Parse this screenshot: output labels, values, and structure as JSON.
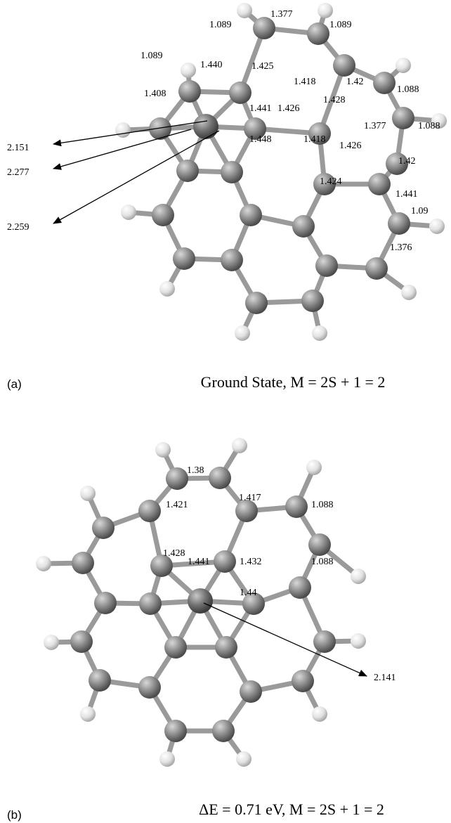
{
  "panel_a": {
    "tag": "(a)",
    "caption": "Ground State, M = 2S + 1 = 2",
    "bond_labels": [
      "1.089",
      "1.377",
      "1.089",
      "1.089",
      "1.440",
      "1.425",
      "1.418",
      "1.42",
      "1.088",
      "1.408",
      "1.441",
      "1.426",
      "1.428",
      "1.377",
      "1.088",
      "1.448",
      "1.418",
      "1.426",
      "1.42",
      "1.424",
      "1.441",
      "1.09",
      "1.376"
    ],
    "distance_labels": [
      "2.151",
      "2.277",
      "2.259"
    ]
  },
  "panel_b": {
    "tag": "(b)",
    "caption": "ΔE = 0.71 eV, M = 2S + 1 = 2",
    "bond_labels": [
      "1.38",
      "1.421",
      "1.417",
      "1.088",
      "1.428",
      "1.441",
      "1.432",
      "1.088",
      "1.44"
    ],
    "distance_labels": [
      "2.141"
    ]
  },
  "colors": {
    "carbon": "#8a8a8a",
    "hydrogen": "#e2e2e2",
    "bond": "#9a9a9a",
    "metal": "#707070"
  }
}
